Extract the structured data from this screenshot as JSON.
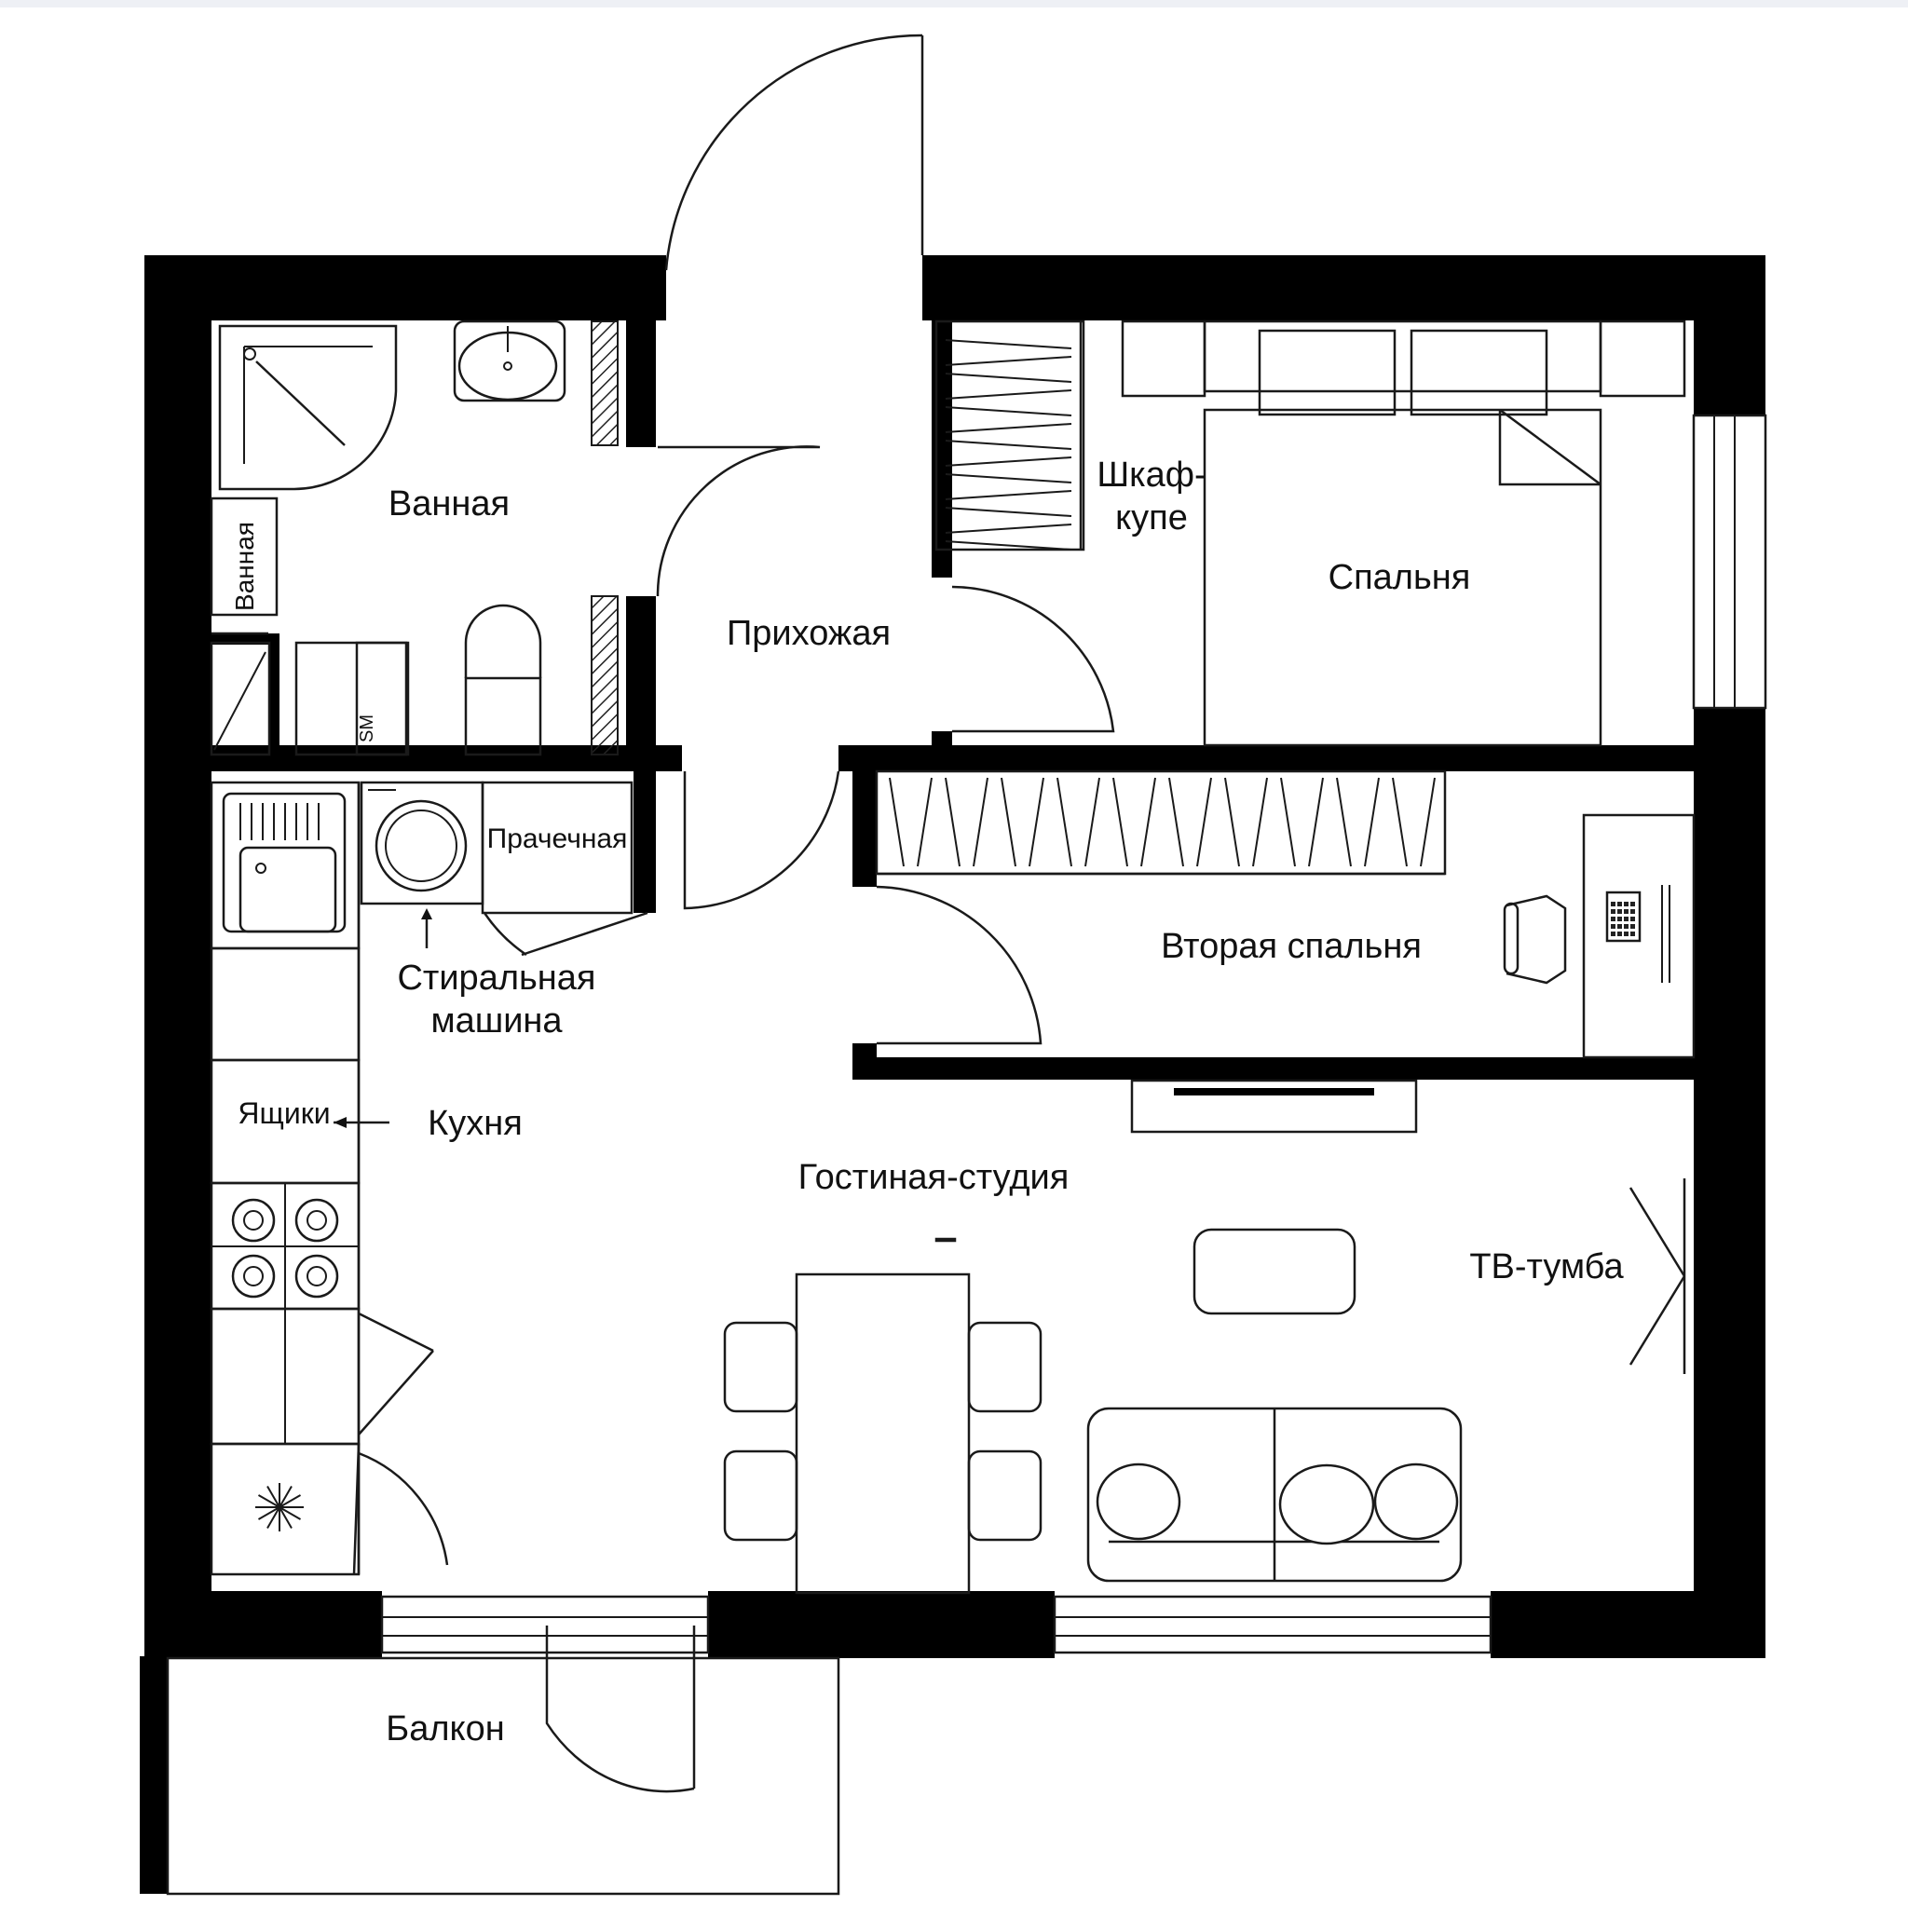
{
  "floorplan": {
    "rooms": {
      "bathroom": "Ванная",
      "bathroom_vertical": "Ванная",
      "hallway": "Прихожая",
      "wardrobe_line1": "Шкаф-",
      "wardrobe_line2": "купе",
      "bedroom": "Спальня",
      "laundry": "Прачечная",
      "washer_line1": "Стиральная",
      "washer_line2": "машина",
      "second_bedroom": "Вторая спальня",
      "drawers": "Ящики",
      "kitchen": "Кухня",
      "living_studio": "Гостиная-студия",
      "tv_stand": "ТВ-тумба",
      "balcony": "Балкон"
    },
    "fixtures": {
      "washer_code": "SM"
    }
  }
}
